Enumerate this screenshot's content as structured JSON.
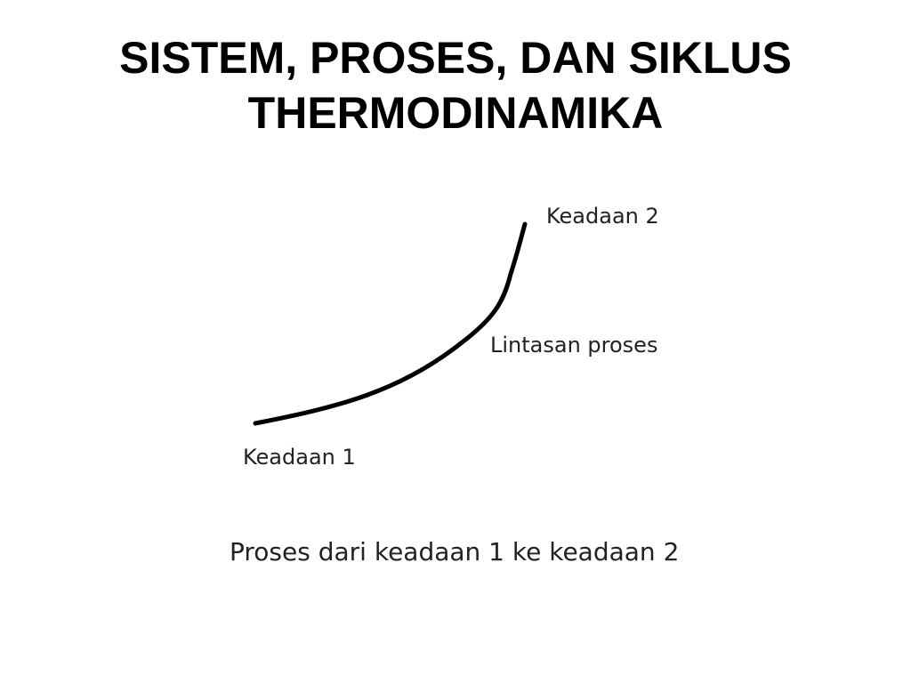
{
  "slide": {
    "title_line1": "SISTEM, PROSES, DAN SIKLUS",
    "title_line2": "THERMODINAMIKA"
  },
  "diagram": {
    "state_end_label": "Keadaan 2",
    "path_label": "Lintasan proses",
    "state_start_label": "Keadaan 1",
    "caption": "Proses dari keadaan 1 ke keadaan 2",
    "curve_color": "#000000"
  }
}
